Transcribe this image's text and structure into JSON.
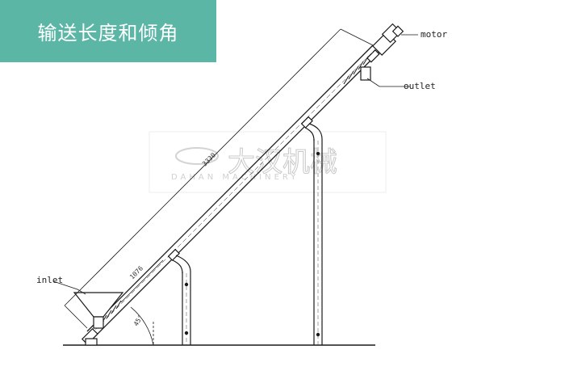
{
  "title": "输送长度和倾角",
  "labels": {
    "motor": "motor",
    "outlet": "outlet",
    "inlet": "inlet"
  },
  "dimensions": {
    "length": "3330",
    "section": "1076",
    "angle": "45°"
  },
  "watermark": {
    "brand": "大汉机械",
    "latin": "DAHAN MACHINERY"
  },
  "colors": {
    "badge": "#5bb6a6",
    "line": "#1a1a1a"
  }
}
